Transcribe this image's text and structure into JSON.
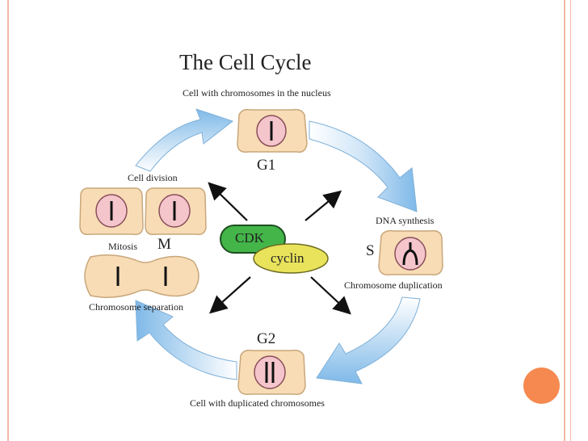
{
  "title": "The Cell Cycle",
  "phases": {
    "g1": "G1",
    "s": "S",
    "g2": "G2",
    "m": "M"
  },
  "labels": {
    "g1_caption": "Cell with chromosomes in the nucleus",
    "dna_synthesis": "DNA synthesis",
    "chromosome_duplication": "Chromosome duplication",
    "g2_caption": "Cell with duplicated chromosomes",
    "chromosome_separation": "Chromosome separation",
    "mitosis": "Mitosis",
    "cell_division": "Cell division",
    "cdk": "CDK",
    "cyclin": "cyclin"
  },
  "colors": {
    "cell_fill": "#f7dcb6",
    "cell_stroke": "#c9a77a",
    "nucleus_fill": "#f5c5cc",
    "nucleus_stroke": "#8a4f5a",
    "cdk_fill": "#44b549",
    "cyclin_fill": "#e9e35c",
    "arrow_blue": "#8fc4ec",
    "accent": "#f5894f",
    "frame": "#f2b9a6"
  }
}
